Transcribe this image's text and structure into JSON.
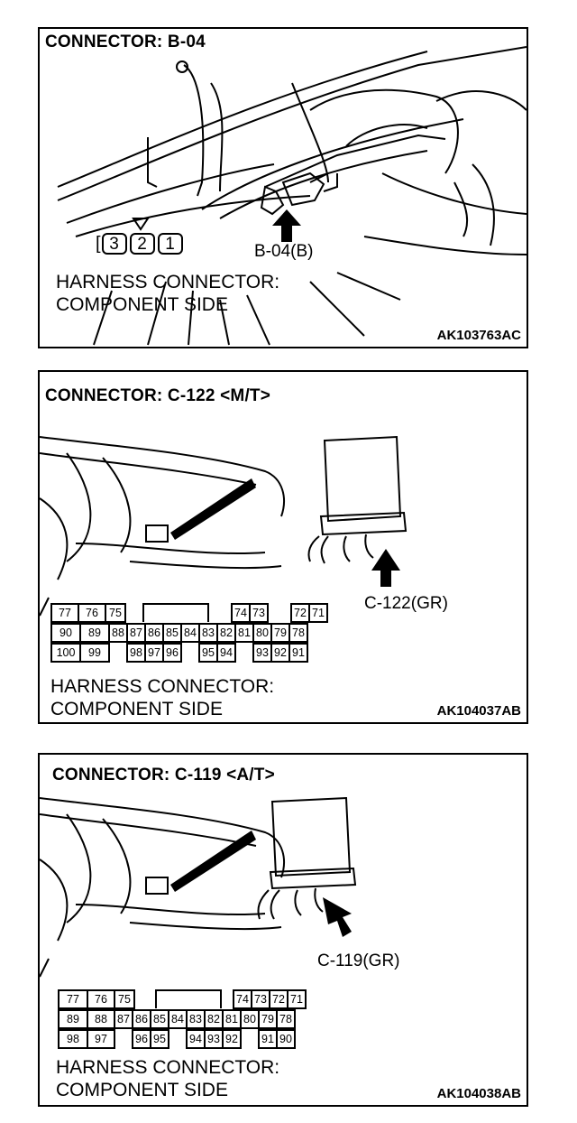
{
  "panels": [
    {
      "title": "CONNECTOR: B-04",
      "callout": "B-04(B)",
      "label_line1": "HARNESS CONNECTOR:",
      "label_line2": "COMPONENT SIDE",
      "code": "AK103763AC",
      "pins": [
        "3",
        "2",
        "1"
      ]
    },
    {
      "title": "CONNECTOR: C-122 <M/T>",
      "callout": "C-122(GR)",
      "label_line1": "HARNESS CONNECTOR:",
      "label_line2": "COMPONENT SIDE",
      "code": "AK104037AB",
      "rows": [
        [
          "77",
          "76",
          "75",
          "",
          "",
          "",
          "",
          "",
          "",
          "74",
          "73",
          "",
          "72",
          "71"
        ],
        [
          "90",
          "89",
          "88",
          "87",
          "86",
          "85",
          "84",
          "83",
          "82",
          "81",
          "80",
          "79",
          "78"
        ],
        [
          "100",
          "99",
          "",
          "98",
          "97",
          "96",
          "",
          "95",
          "94",
          "",
          "93",
          "92",
          "91"
        ]
      ]
    },
    {
      "title": "CONNECTOR: C-119 <A/T>",
      "callout": "C-119(GR)",
      "label_line1": "HARNESS CONNECTOR:",
      "label_line2": "COMPONENT SIDE",
      "code": "AK104038AB",
      "rows": [
        [
          "77",
          "76",
          "75",
          "",
          "",
          "",
          "",
          "",
          "74",
          "73",
          "72",
          "71"
        ],
        [
          "89",
          "88",
          "87",
          "86",
          "85",
          "84",
          "83",
          "82",
          "81",
          "80",
          "79",
          "78"
        ],
        [
          "98",
          "97",
          "",
          "96",
          "95",
          "",
          "94",
          "93",
          "92",
          "",
          "91",
          "90"
        ]
      ]
    }
  ]
}
